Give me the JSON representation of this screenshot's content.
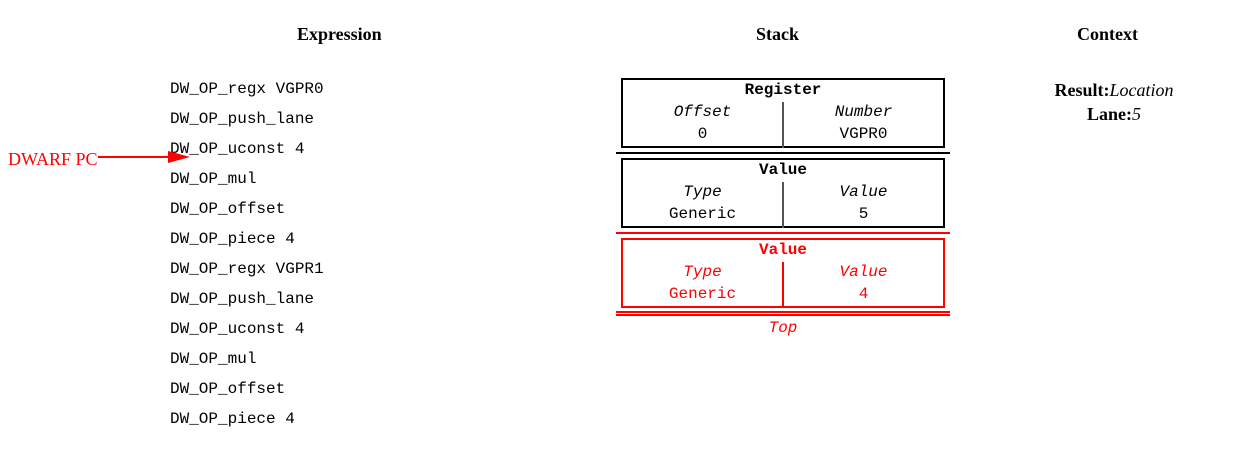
{
  "headings": {
    "expression": "Expression",
    "stack": "Stack",
    "context": "Context"
  },
  "pc_pointer": {
    "label": "DWARF PC",
    "icon": "arrow-right-icon",
    "color": "#ff0000"
  },
  "expression": {
    "lines": [
      "DW_OP_regx VGPR0",
      "DW_OP_push_lane",
      "DW_OP_uconst 4",
      "DW_OP_mul",
      "DW_OP_offset",
      "DW_OP_piece 4",
      "DW_OP_regx VGPR1",
      "DW_OP_push_lane",
      "DW_OP_uconst 4",
      "DW_OP_mul",
      "DW_OP_offset",
      "DW_OP_piece 4"
    ]
  },
  "stack": {
    "top_label": "Top",
    "entries": [
      {
        "title": "Register",
        "columns": [
          "Offset",
          "Number"
        ],
        "values": [
          "0",
          "VGPR0"
        ],
        "highlight": false
      },
      {
        "title": "Value",
        "columns": [
          "Type",
          "Value"
        ],
        "values": [
          "Generic",
          "5"
        ],
        "highlight": false
      },
      {
        "title": "Value",
        "columns": [
          "Type",
          "Value"
        ],
        "values": [
          "Generic",
          "4"
        ],
        "highlight": true
      }
    ]
  },
  "context": {
    "rows": [
      {
        "key": "Result:",
        "value": "Location"
      },
      {
        "key": "Lane:",
        "value": "5"
      }
    ]
  },
  "colors": {
    "highlight": "#ff0000",
    "text": "#000000",
    "rule": "#555555",
    "background": "#ffffff"
  }
}
